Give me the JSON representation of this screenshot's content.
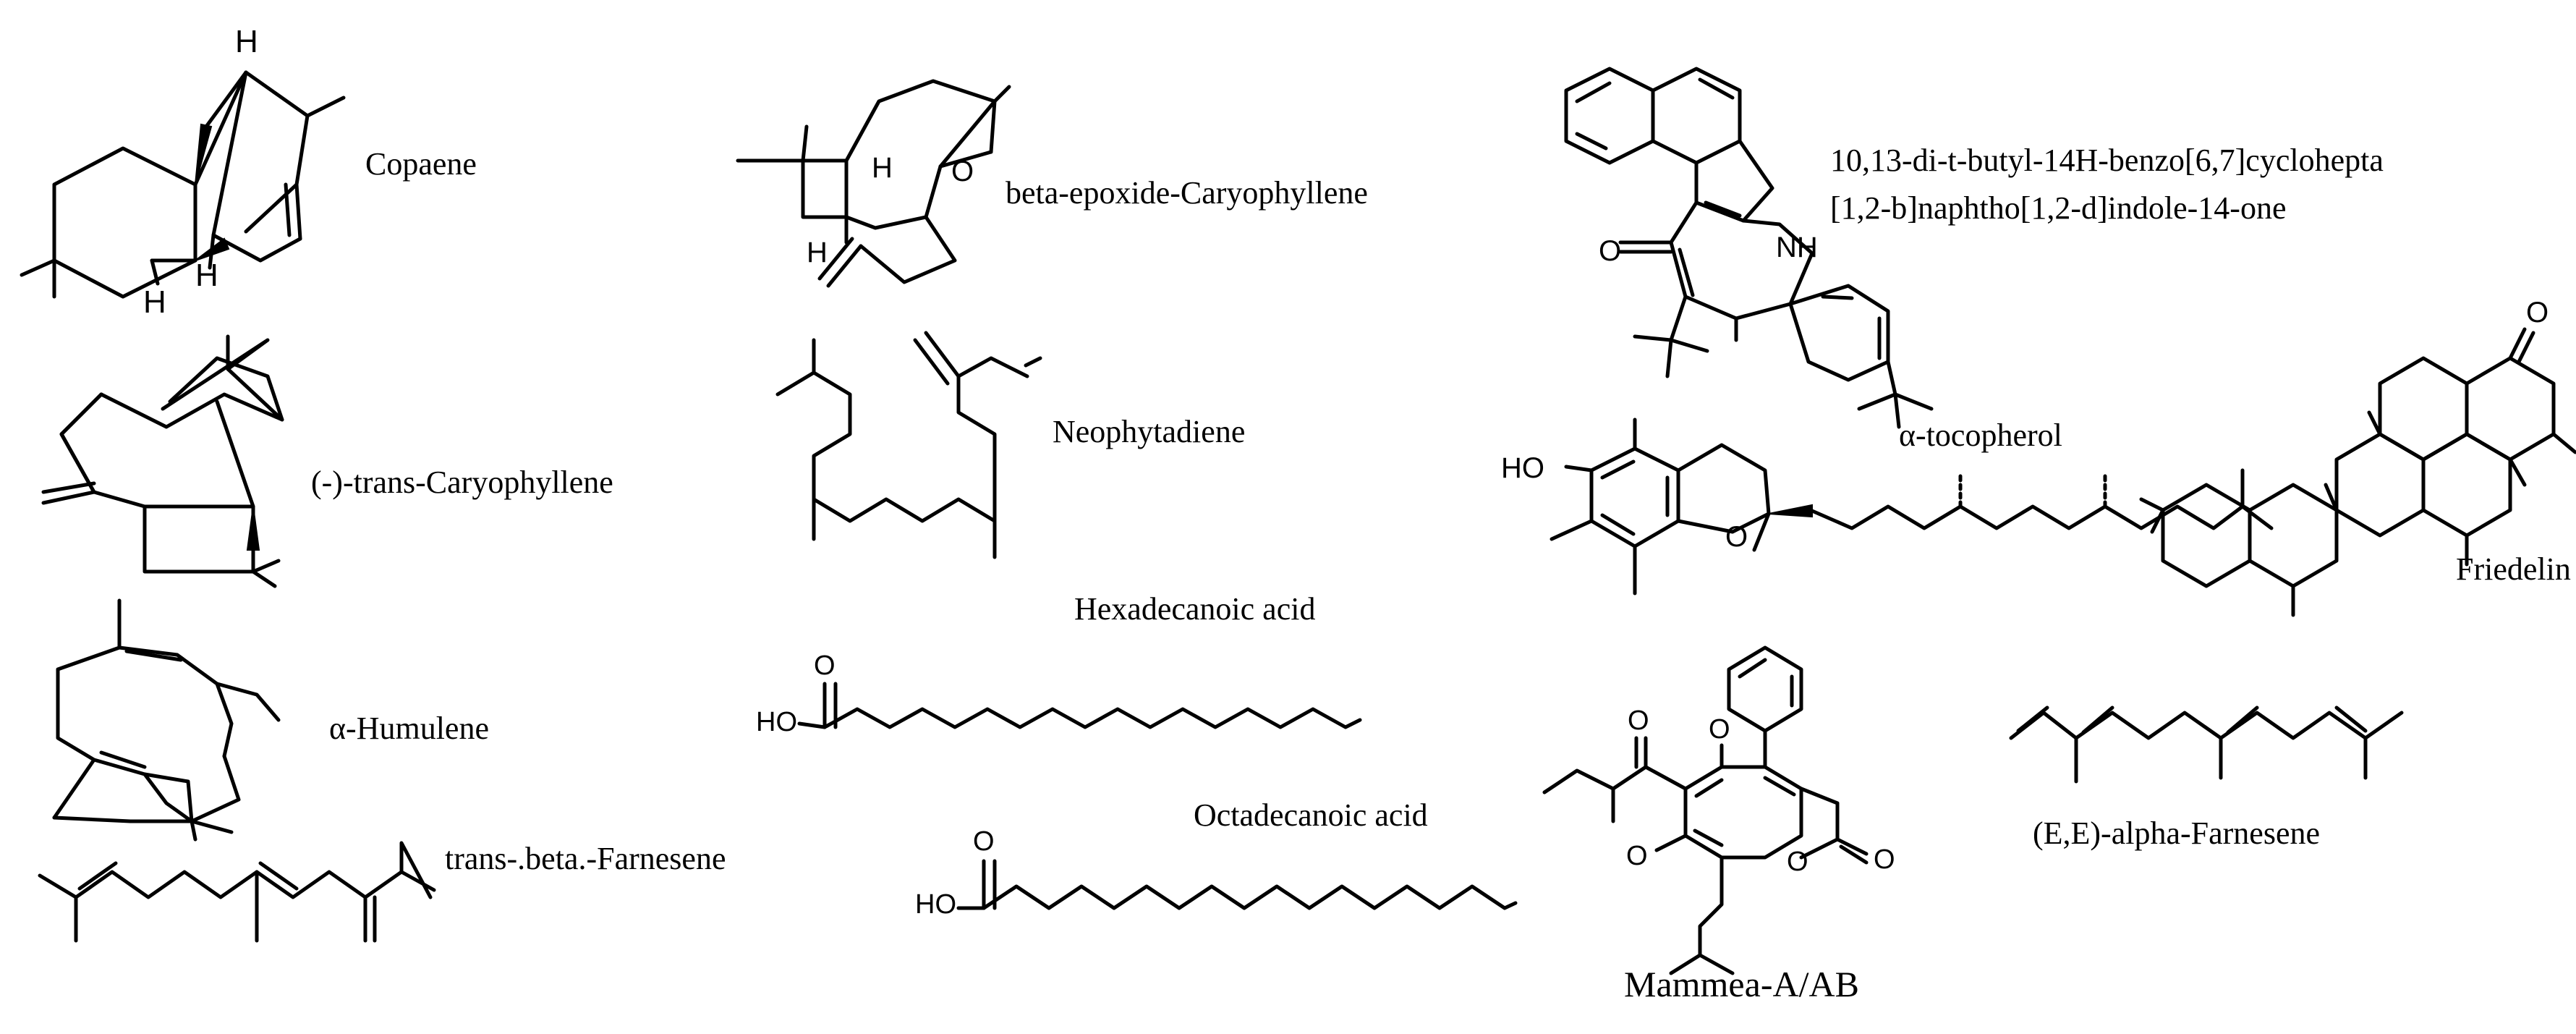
{
  "compounds": [
    {
      "id": "copaene",
      "name": "Copaene"
    },
    {
      "id": "beta-epoxide-caryophyllene",
      "name": "beta-epoxide-Caryophyllene"
    },
    {
      "id": "benzocyclohepta-indolone",
      "name_line1": "10,13-di-t-butyl-14H-benzo[6,7]cyclohepta",
      "name_line2": "[1,2-b]naphtho[1,2-d]indole-14-one"
    },
    {
      "id": "trans-caryophyllene",
      "name": "(-)-trans-Caryophyllene"
    },
    {
      "id": "neophytadiene",
      "name": "Neophytadiene"
    },
    {
      "id": "alpha-tocopherol",
      "name": "α-tocopherol"
    },
    {
      "id": "friedelin",
      "name": "Friedelin"
    },
    {
      "id": "hexadecanoic-acid",
      "name": "Hexadecanoic acid"
    },
    {
      "id": "alpha-humulene",
      "name": "α-Humulene"
    },
    {
      "id": "trans-beta-farnesene",
      "name": "trans-.beta.-Farnesene"
    },
    {
      "id": "octadecanoic-acid",
      "name": "Octadecanoic acid"
    },
    {
      "id": "mammea-a-ab",
      "name": "Mammea-A/AB"
    },
    {
      "id": "e-e-alpha-farnesene",
      "name": "(E,E)-alpha-Farnesene"
    }
  ],
  "atoms": {
    "H": "H",
    "O": "O",
    "NH": "NH",
    "HO": "HO"
  }
}
